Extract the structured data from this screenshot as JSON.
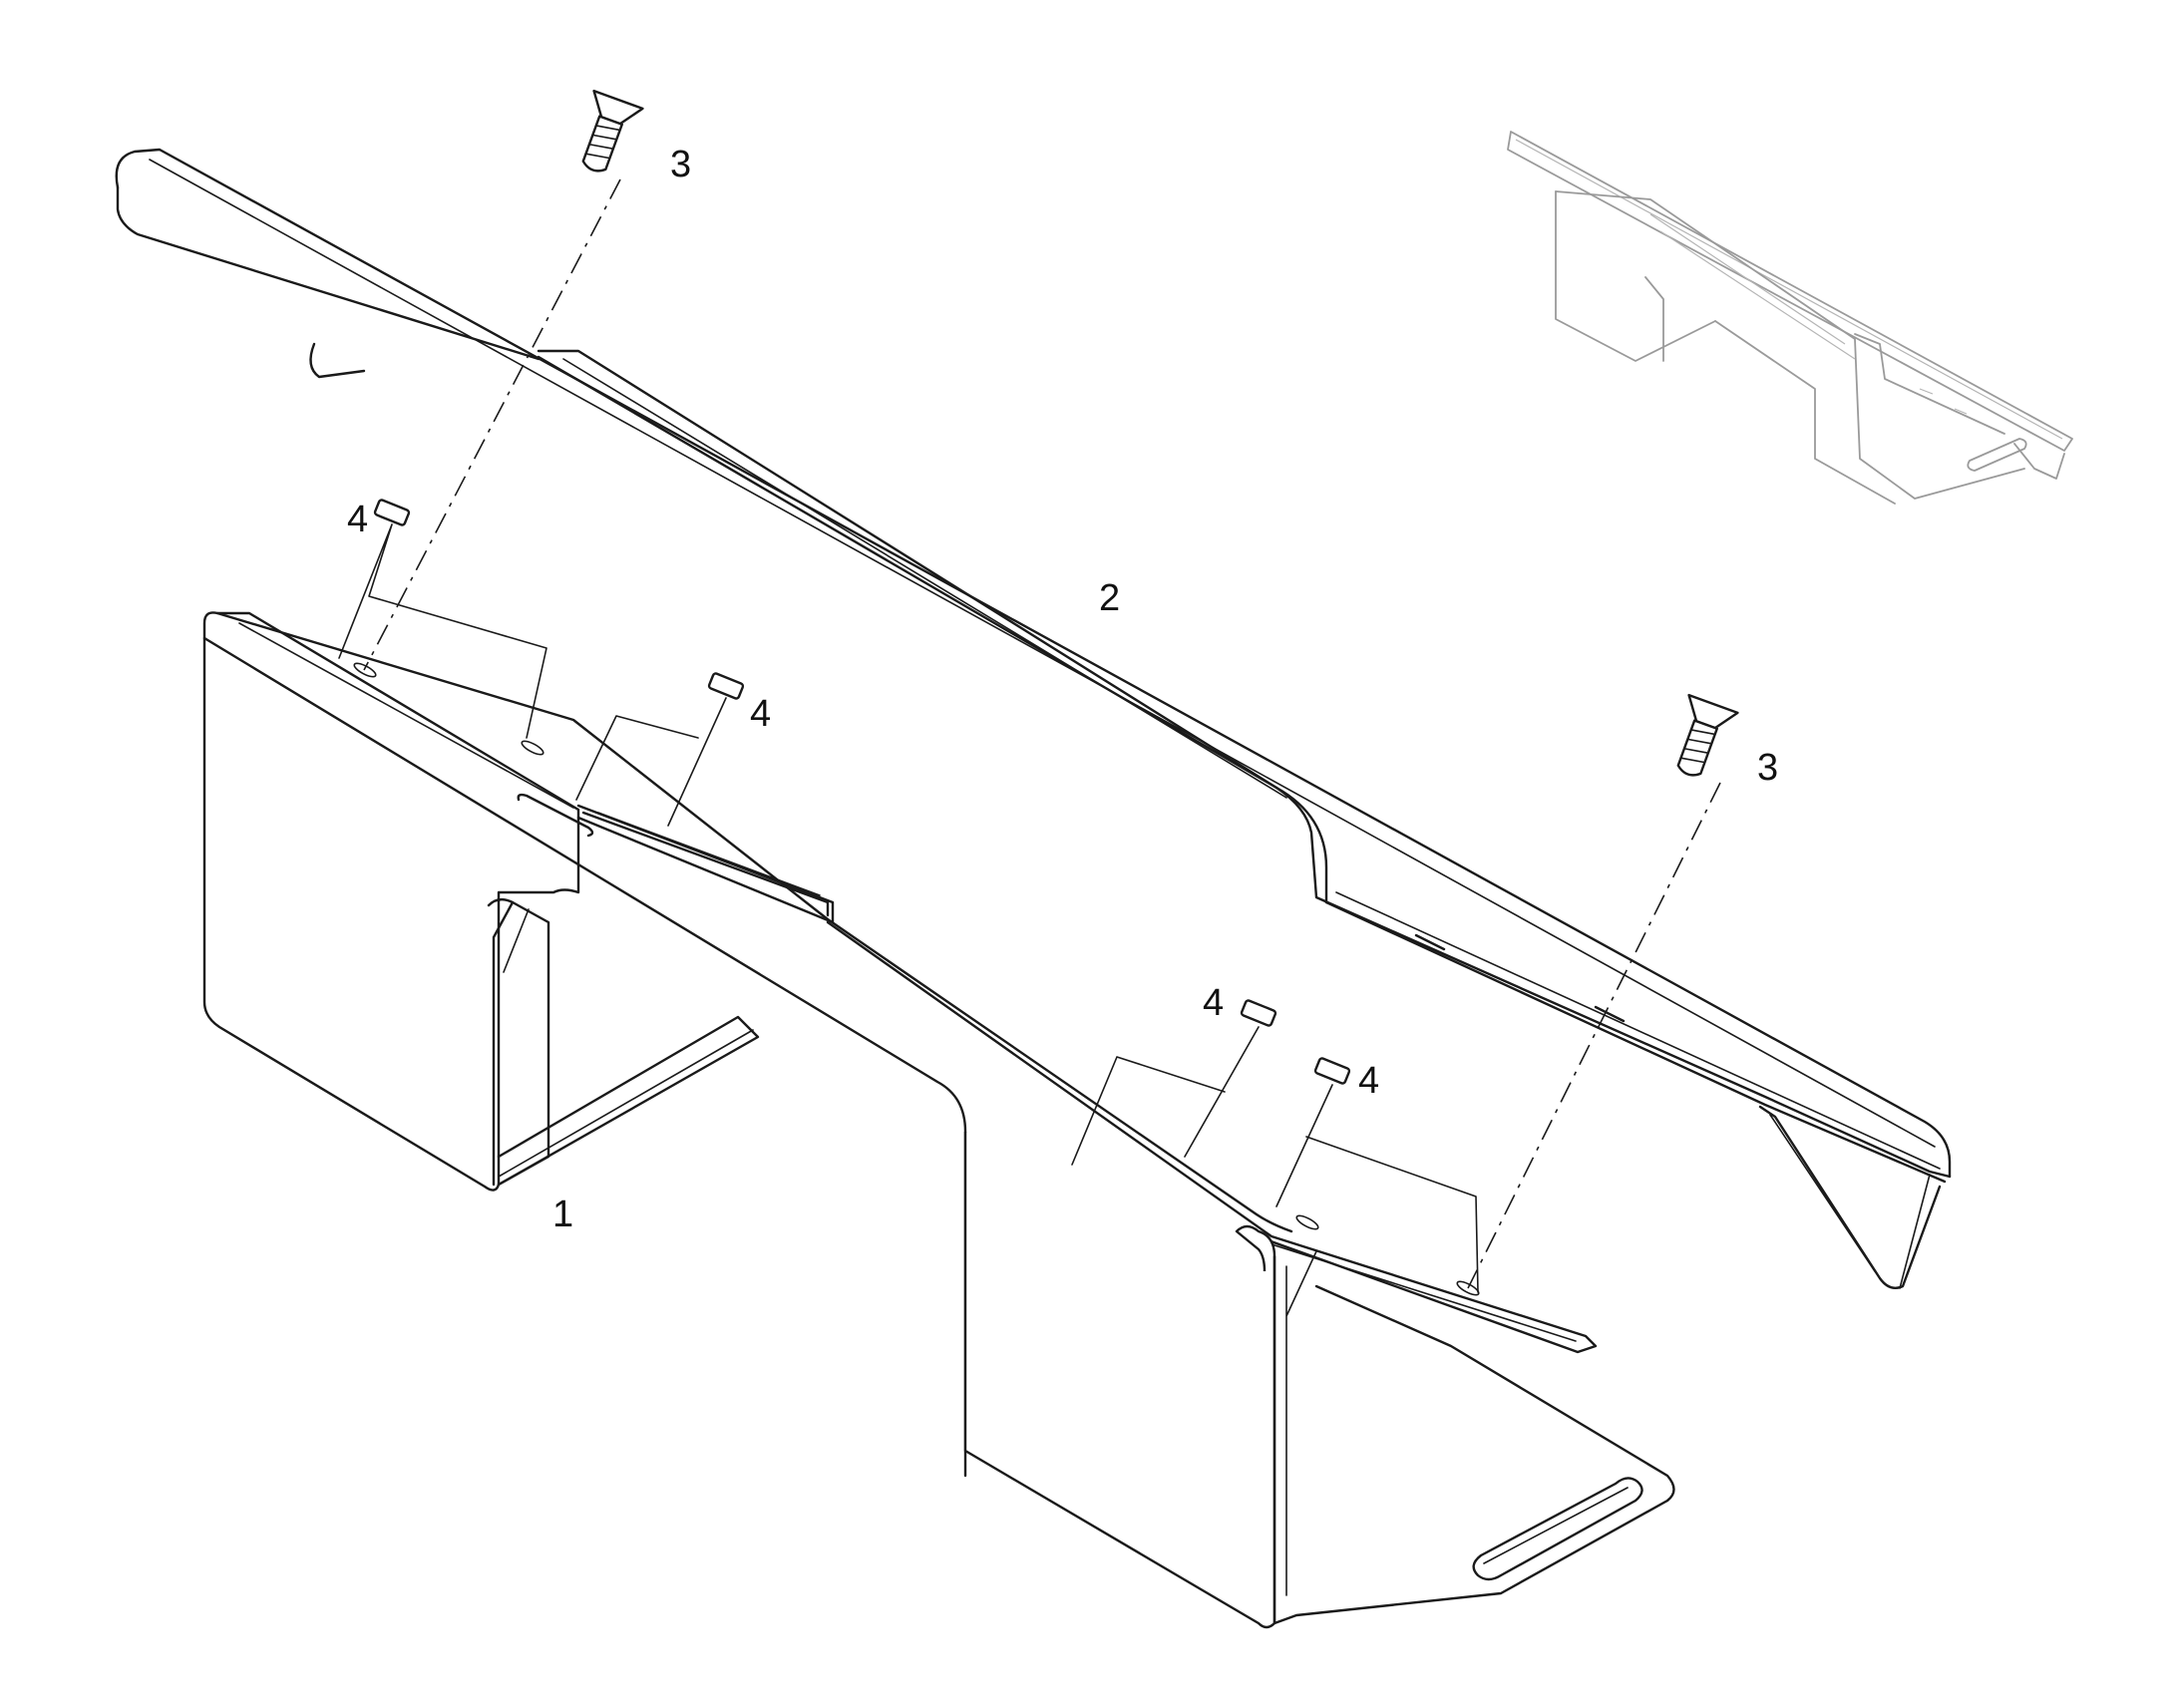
{
  "callouts": {
    "part_1": "1",
    "part_2": "2",
    "part_3_upper": "3",
    "part_3_lower": "3",
    "part_4_a": "4",
    "part_4_b": "4",
    "part_4_c": "4",
    "part_4_d": "4"
  },
  "colors": {
    "line": "#1a1a1a",
    "ghost": "#9a9a9a",
    "background": "#ffffff"
  }
}
